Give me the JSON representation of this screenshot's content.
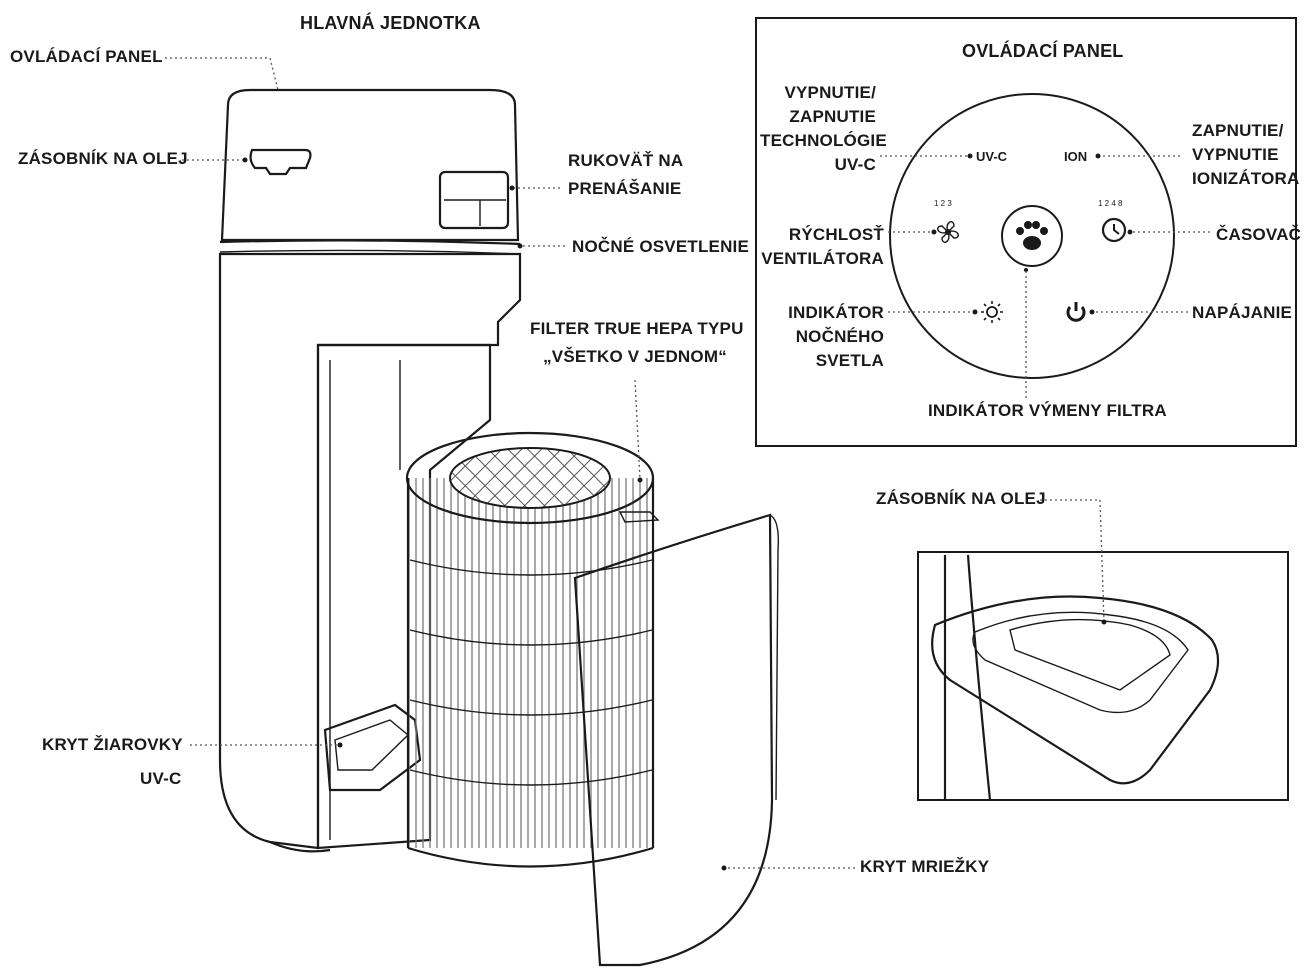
{
  "main_unit": {
    "title": "HLAVNÁ JEDNOTKA",
    "labels": {
      "control_panel": "OVLÁDACÍ PANEL",
      "oil_tray": "ZÁSOBNÍK NA OLEJ",
      "handle_l1": "RUKOVÄŤ NA",
      "handle_l2": "PRENÁŠANIE",
      "night_light": "NOČNÉ OSVETLENIE",
      "hepa_l1": "FILTER TRUE HEPA TYPU",
      "hepa_l2": "„VŠETKO V JEDNOM“",
      "uvc_cover_l1": "KRYT ŽIAROVKY",
      "uvc_cover_l2": "UV-C",
      "grille_cover": "KRYT MRIEŽKY"
    }
  },
  "control_panel": {
    "title": "OVLÁDACÍ PANEL",
    "buttons": {
      "uvc": "UV-C",
      "ion": "ION"
    },
    "labels": {
      "uvc_l1": "VYPNUTIE/",
      "uvc_l2": "ZAPNUTIE",
      "uvc_l3": "TECHNOLÓGIE",
      "uvc_l4": "UV-C",
      "ion_l1": "ZAPNUTIE/",
      "ion_l2": "VYPNUTIE",
      "ion_l3": "IONIZÁTORA",
      "fan_l1": "RÝCHLOSŤ",
      "fan_l2": "VENTILÁTORA",
      "timer": "ČASOVAČ",
      "night_l1": "INDIKÁTOR",
      "night_l2": "NOČNÉHO",
      "night_l3": "SVETLA",
      "power": "NAPÁJANIE",
      "filter_change": "INDIKÁTOR VÝMENY FILTRA"
    },
    "fan_speed_marks": "1 2 3",
    "timer_marks": "1 2 4 8"
  },
  "detail": {
    "oil_tray": "ZÁSOBNÍK NA OLEJ"
  },
  "icons": [
    "fan-icon",
    "timer-icon",
    "sun-icon",
    "power-icon",
    "paw-icon"
  ]
}
